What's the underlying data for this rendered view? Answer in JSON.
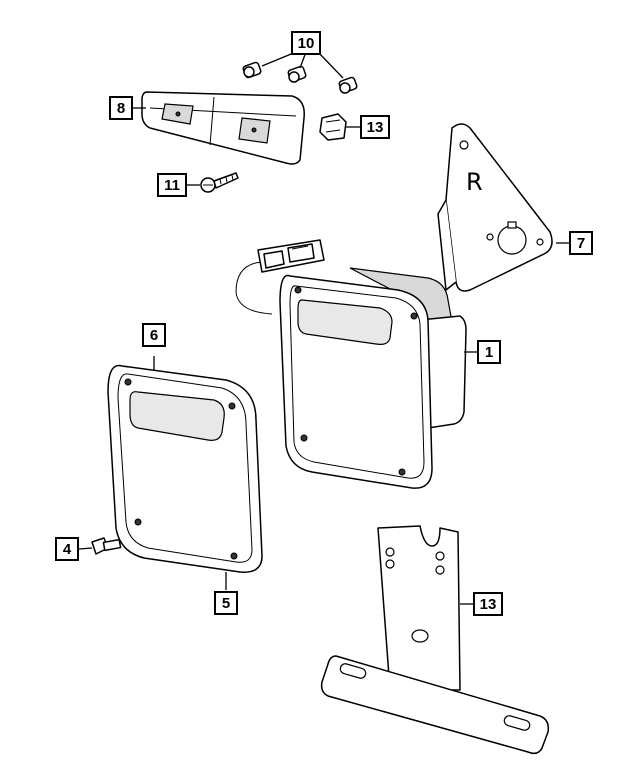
{
  "callouts": {
    "c1": "1",
    "c4": "4",
    "c5": "5",
    "c6": "6",
    "c7": "7",
    "c8": "8",
    "c10": "10",
    "c11": "11",
    "c13a": "13",
    "c13b": "13"
  },
  "bracket_mark": "R"
}
